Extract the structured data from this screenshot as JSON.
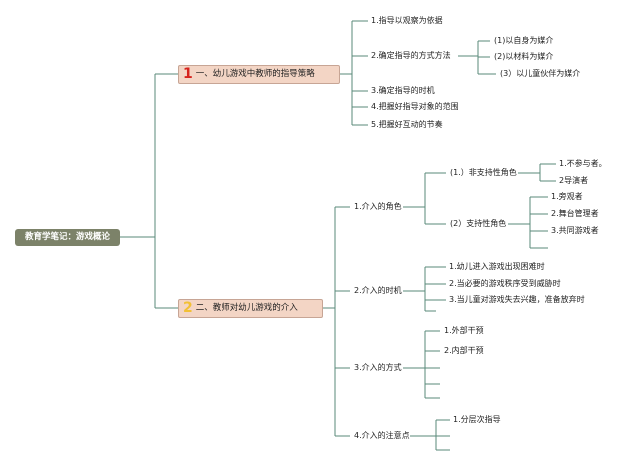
{
  "root": {
    "label": "教育学笔记：游戏概论"
  },
  "branch1": {
    "number": "1",
    "label": "一、幼儿游戏中教师的指导策略",
    "items": [
      "1.指导以观察为依据",
      "2.确定指导的方式方法",
      "3.确定指导的时机",
      "4.把握好指导对象的范围",
      "5.把握好互动的节奏"
    ],
    "methods": [
      "(1)以自身为媒介",
      "(2)以材料为媒介",
      "(3）以儿童伙伴为媒介"
    ]
  },
  "branch2": {
    "number": "2",
    "label": "二、教师对幼儿游戏的介入",
    "roles": {
      "label": "1.介入的角色",
      "nonsupport": {
        "label": "(1.）非支持性角色",
        "items": [
          "1.不参与者。",
          "2导演者"
        ]
      },
      "support": {
        "label": "(2）支持性角色",
        "items": [
          "1.旁观者",
          "2.舞台管理者",
          "3.共同游戏者"
        ]
      }
    },
    "timing": {
      "label": "2.介入的时机",
      "items": [
        "1.幼儿进入游戏出现困难时",
        "2.当必要的游戏秩序受到威胁时",
        "3.当儿童对游戏失去兴趣，准备放弃时"
      ]
    },
    "manner": {
      "label": "3.介入的方式",
      "items": [
        "1.外部干预",
        "2.内部干预"
      ]
    },
    "notes": {
      "label": "4.介入的注意点",
      "items": [
        "1.分层次指导"
      ]
    }
  },
  "colors": {
    "root_bg": "#7c8269",
    "branch_bg": "#f3d5c5",
    "branch1_number": "#d6231d",
    "branch2_number": "#f2c034",
    "line": "#5a8a7a"
  }
}
